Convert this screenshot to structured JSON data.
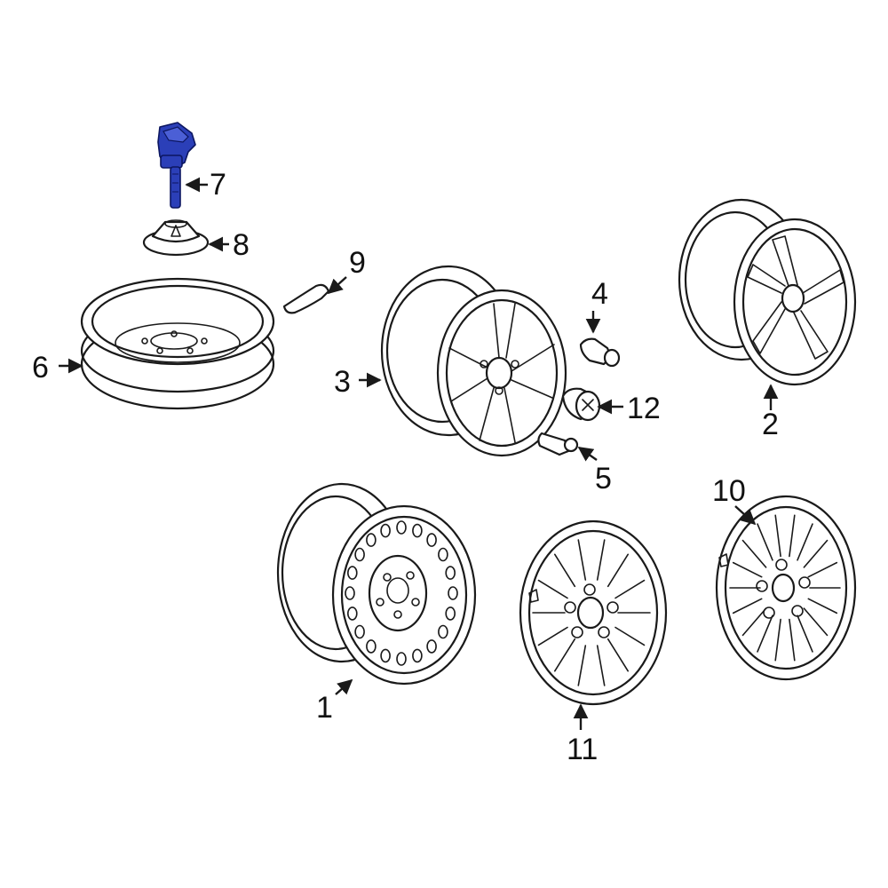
{
  "diagram": {
    "highlight_color": "#2b3fb8",
    "line_color": "#1a1a1a",
    "callouts": [
      "1",
      "2",
      "3",
      "4",
      "5",
      "6",
      "7",
      "8",
      "9",
      "10",
      "11",
      "12"
    ]
  }
}
